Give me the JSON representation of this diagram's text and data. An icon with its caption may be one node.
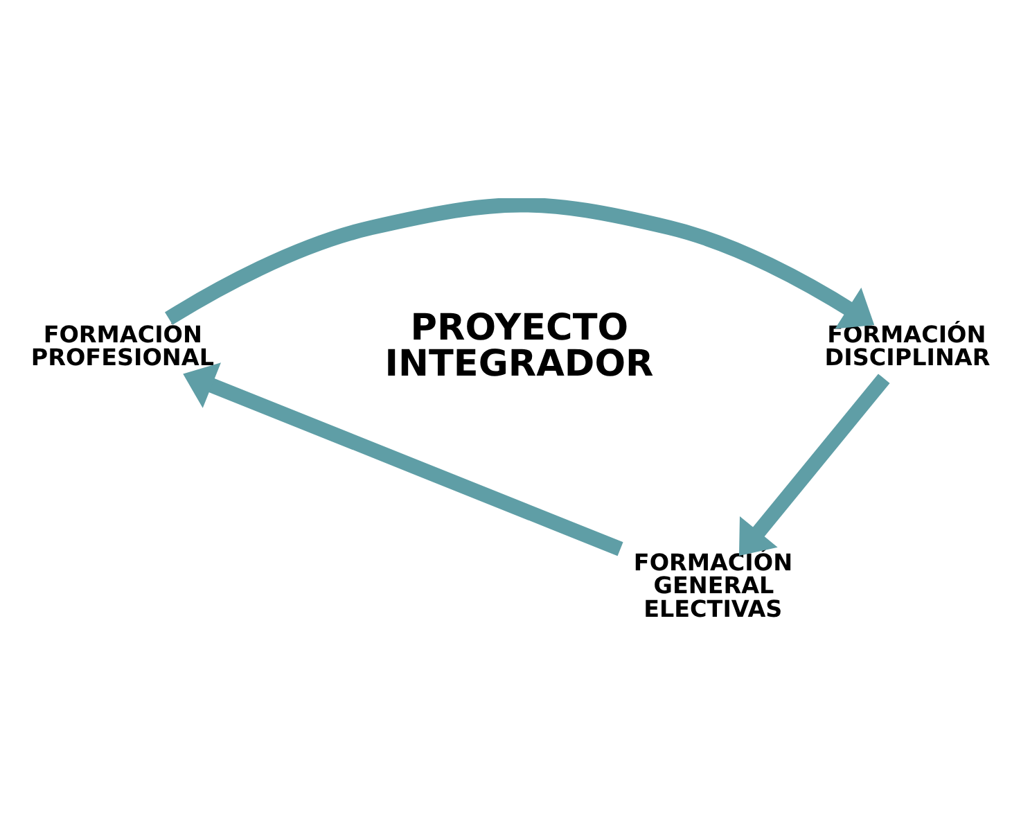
{
  "diagram": {
    "nodes": [
      {
        "text": [
          "FORMACIÓN PROFESIONAL"
        ]
      },
      {
        "text": [
          "FORMACIÓN DISCIPLINAR"
        ]
      },
      {
        "text": [
          "FORMACIÓN GENERAL ELECTIVAS"
        ]
      }
    ],
    "edges": [
      {
        "from": 0,
        "to": 1,
        "arrow": "to"
      },
      {
        "from": 1,
        "to": 2,
        "arrow": "to"
      },
      {
        "from": 2,
        "to": 0,
        "arrow": "to"
      }
    ],
    "labels": [
      "PROYECTO INTEGRADOR"
    ]
  }
}
